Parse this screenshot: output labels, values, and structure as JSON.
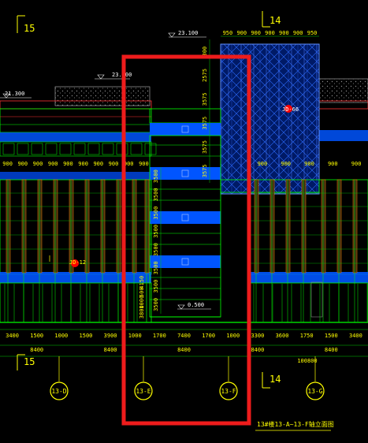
{
  "elevations": {
    "e1": "23.100",
    "e2": "23.100",
    "e3": "21.300",
    "e4": "0.500"
  },
  "section_marks": {
    "top_left": "15",
    "top_right": "14",
    "bottom_left": "15",
    "bottom_right": "14"
  },
  "callouts": {
    "jd66": "JD-66",
    "jd12": "JD-12"
  },
  "axes": [
    "13-D",
    "13-E",
    "13-F",
    "13-G"
  ],
  "top_dims": [
    "950",
    "900",
    "900",
    "900",
    "900",
    "900",
    "950"
  ],
  "tower_vertical_dims": [
    "300",
    "2575",
    "3575",
    "3575",
    "3575",
    "3575"
  ],
  "core_vertical_dims": [
    "3500",
    "3500",
    "3500",
    "3500",
    "3500",
    "3500",
    "3500",
    "3500"
  ],
  "band_dims": [
    "900",
    "900",
    "900",
    "900",
    "900",
    "900",
    "900",
    "900",
    "900",
    "900"
  ],
  "bottom_dims_row1": [
    "3400",
    "1500",
    "1000",
    "1500",
    "3900",
    "1000",
    "1700",
    "7400",
    "1700",
    "1000",
    "3300",
    "3600",
    "1750",
    "1500",
    "3400"
  ],
  "bottom_dims_row2": [
    "8400",
    "8400",
    "8400",
    "8400",
    "8400"
  ],
  "total_dim": "100800",
  "lower_dims": [
    "4150",
    "500",
    "1000",
    "3800"
  ],
  "title": "13#楼13-A~13-F轴立面图",
  "colors": {
    "background": "#000000",
    "cad_green": "#00ff00",
    "cad_blue": "#0066ff",
    "cad_red": "#ff0000",
    "cad_yellow": "#ffff00",
    "highlight_red": "#ee1c1c"
  }
}
